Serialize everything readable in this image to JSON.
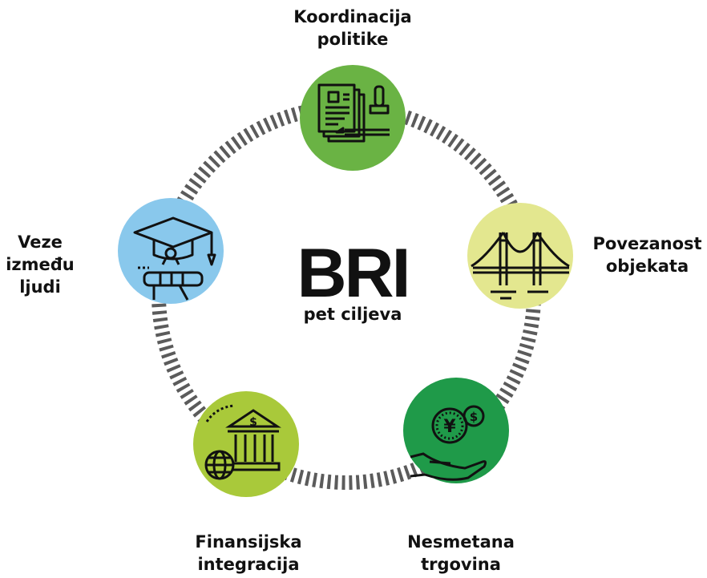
{
  "center": {
    "title": "BRI",
    "subtitle": "pet ciljeva"
  },
  "goals": [
    {
      "line1": "Koordinacija",
      "line2": "politike",
      "color": "#6ab344",
      "icon": "policy-document-icon"
    },
    {
      "line1": "Povezanost",
      "line2": "objekata",
      "color": "#e3e78f",
      "icon": "bridge-icon"
    },
    {
      "line1": "Nesmetana",
      "line2": "trgovina",
      "color": "#1f9a49",
      "icon": "hand-coins-icon"
    },
    {
      "line1": "Finansijska",
      "line2": "integracija",
      "color": "#a9c93a",
      "icon": "bank-globe-icon"
    },
    {
      "line1": "Veze",
      "line2": "između",
      "line3": "ljudi",
      "color": "#89c8ec",
      "icon": "graduation-icon"
    }
  ],
  "ring_color": "#5b5b5b"
}
